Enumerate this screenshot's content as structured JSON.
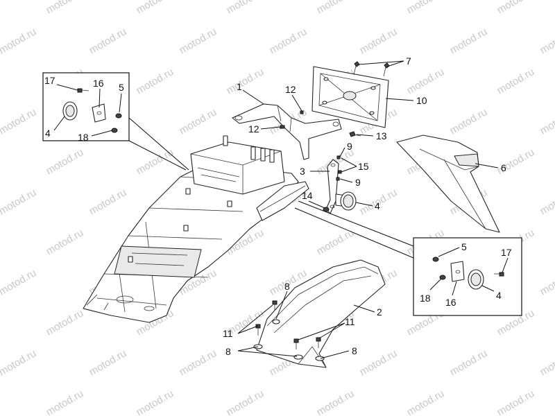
{
  "watermark": "motod.ru",
  "callouts": {
    "n1": "1",
    "n2": "2",
    "n3": "3",
    "n4a": "4",
    "n4b": "4",
    "n4c": "4",
    "n5a": "5",
    "n5b": "5",
    "n6": "6",
    "n7": "7",
    "n8a": "8",
    "n8b": "8",
    "n8c": "8",
    "n9a": "9",
    "n9b": "9",
    "n10": "10",
    "n11a": "11",
    "n11b": "11",
    "n12a": "12",
    "n12b": "12",
    "n13": "13",
    "n14": "14",
    "n15": "15",
    "n16a": "16",
    "n16b": "16",
    "n17a": "17",
    "n17b": "17",
    "n18a": "18",
    "n18b": "18"
  }
}
